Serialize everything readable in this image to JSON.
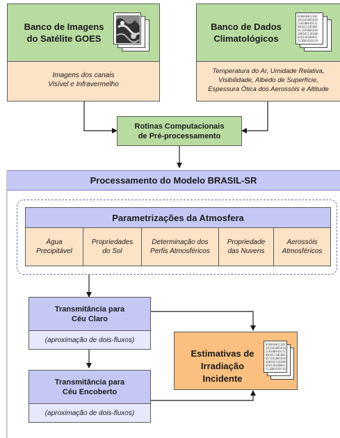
{
  "goes_box": {
    "title_line1": "Banco de Imagens",
    "title_line2": "do Satélite GOES",
    "desc_line1": "Imagens dos canais",
    "desc_line2": "Visível e Infravermelho"
  },
  "clima_box": {
    "title_line1": "Banco de Dados",
    "title_line2": "Climatológicos",
    "desc_line1": "Temperatura do Ar, Umidade Relativa,",
    "desc_line2": "Visibilidade, Albedo de Superfície,",
    "desc_line3": "Espessura Ótica dos Aerossóis e Altitude"
  },
  "preproc_box": {
    "line1": "Rotinas Computacionais",
    "line2": "de Pré-processamento"
  },
  "model_header": "Processamento do Modelo BRASIL-SR",
  "params": {
    "title": "Parametrizações da Atmosfera",
    "cells": [
      {
        "line1": "Água",
        "line2": "Precipitável"
      },
      {
        "line1": "Propriedades",
        "line2": "do Sol"
      },
      {
        "line1": "Determinação dos",
        "line2": "Perfis Atmosféricos"
      },
      {
        "line1": "Propriedade",
        "line2": "das Nuvens"
      },
      {
        "line1": "Aerossóis",
        "line2": "Atmosféricos"
      }
    ]
  },
  "clear_sky": {
    "title_line1": "Transmitância para",
    "title_line2": "Céu Claro",
    "note": "(aproximação de dois-fluxos)"
  },
  "cloudy_sky": {
    "title_line1": "Transmitância para",
    "title_line2": "Céu Encoberto",
    "note": "(aproximação de dois-fluxos)"
  },
  "output_box": {
    "line1": "Estimativas de",
    "line2": "Irradiação Incidente"
  },
  "binary_doc_lines": [
    "010010011101",
    "101101001010",
    "110100010111",
    "001011101001",
    "011101001010",
    "100101110100",
    "010110100011",
    "111001010110"
  ],
  "colors": {
    "green": "#b8dba0",
    "peach": "#fce3c6",
    "lavender": "#c5c8f4",
    "lavender_light": "#e7e8fb",
    "orange": "#fbc07f",
    "dashed_border": "#6b6fb0",
    "line": "#1a1a1a"
  }
}
